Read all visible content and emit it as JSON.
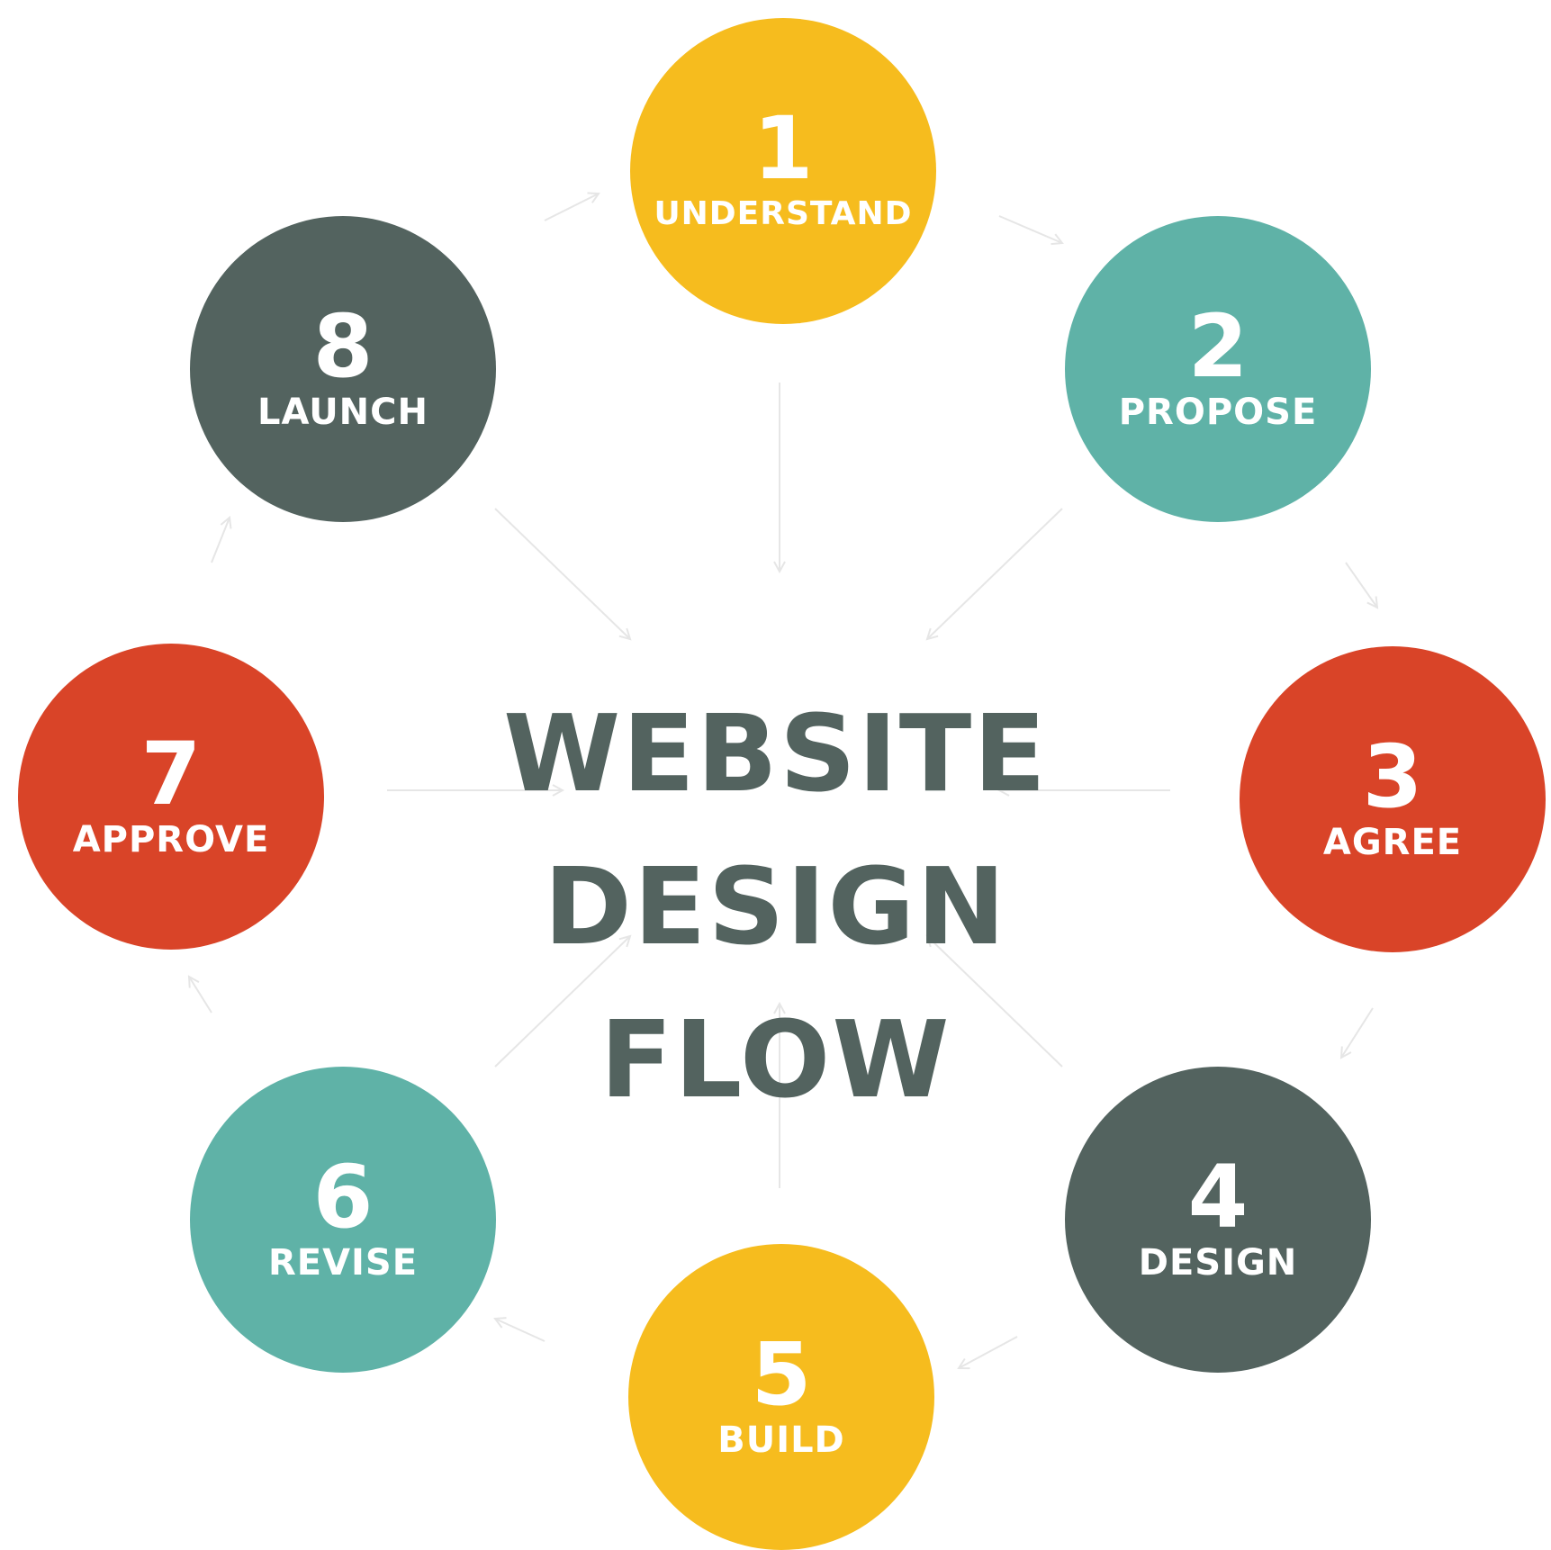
{
  "title": {
    "line1": "WEBSITE DESIGN",
    "line2": "FLOW"
  },
  "colors": {
    "yellow": "#f6bc1e",
    "teal": "#5fb2a7",
    "red": "#d94428",
    "slate": "#53635f",
    "arrow": "#e6e6e6"
  },
  "steps": [
    {
      "number": "1",
      "label": "UNDERSTAND",
      "color": "#f6bc1e"
    },
    {
      "number": "2",
      "label": "PROPOSE",
      "color": "#5fb2a7"
    },
    {
      "number": "3",
      "label": "AGREE",
      "color": "#d94428"
    },
    {
      "number": "4",
      "label": "DESIGN",
      "color": "#53635f"
    },
    {
      "number": "5",
      "label": "BUILD",
      "color": "#f6bc1e"
    },
    {
      "number": "6",
      "label": "REVISE",
      "color": "#5fb2a7"
    },
    {
      "number": "7",
      "label": "APPROVE",
      "color": "#d94428"
    },
    {
      "number": "8",
      "label": "LAUNCH",
      "color": "#53635f"
    }
  ]
}
